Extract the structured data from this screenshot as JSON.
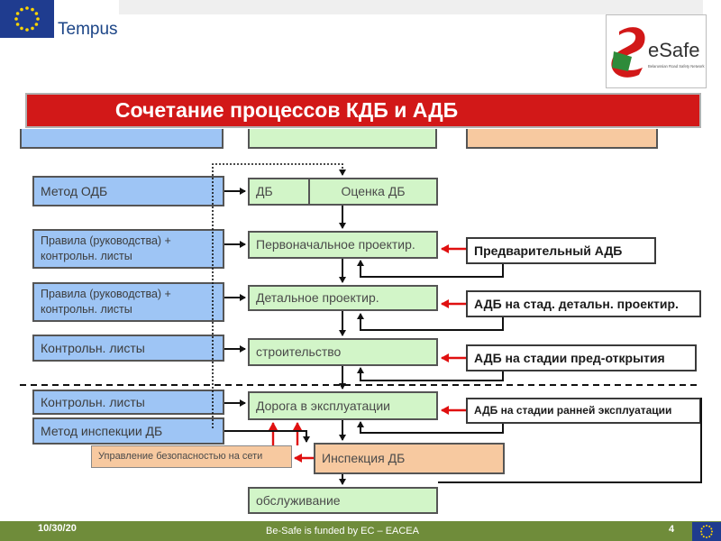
{
  "header": {
    "tempus_label": "Tempus",
    "esafe_brand": "eSafe",
    "esafe_tagline": "Belarussian Road Safety Network"
  },
  "title": "Сочетание процессов КДБ и АДБ",
  "left_column": {
    "method_odb": "Метод ОДБ",
    "rules_1_line1": "Правила (руководства) +",
    "rules_1_line2": "контрольн. листы",
    "rules_2_line1": "Правила (руководства) +",
    "rules_2_line2": "контрольн. листы",
    "checklists_1": "Контрольн. листы",
    "checklists_2": "Контрольн. листы",
    "inspection_method": "Метод инспекции ДБ",
    "network_safety": "Управление безопасностью на сети"
  },
  "center_column": {
    "db": "ДБ",
    "db_assessment": "Оценка ДБ",
    "preliminary_design": "Первоначальное проектир.",
    "detailed_design": "Детальное проектир.",
    "construction": "строительство",
    "road_in_operation": "Дорога в эксплуатации",
    "db_inspection": "Инспекция ДБ",
    "maintenance": "обслуживание"
  },
  "right_column": {
    "adb_preliminary": "Предварительный АДБ",
    "adb_detailed": "АДБ на стад. детальн. проектир.",
    "adb_pre_opening": "АДБ на стадии пред-открытия",
    "adb_early_operation": "АДБ на стадии ранней эксплуатации"
  },
  "footer": {
    "date": "10/30/20",
    "funding": "Be-Safe is funded by EC – EACEA",
    "page_number": "4"
  },
  "colors": {
    "title_red": "#d21818",
    "footer_green": "#6f8c3a",
    "blue_box": "#9ec5f5",
    "green_box": "#d2f5c8",
    "orange_box": "#f7c9a0",
    "eu_blue": "#1f3c8f"
  },
  "icons": {
    "eu_flag": "eu-flag-icon",
    "esafe_logo": "esafe-logo-icon"
  }
}
